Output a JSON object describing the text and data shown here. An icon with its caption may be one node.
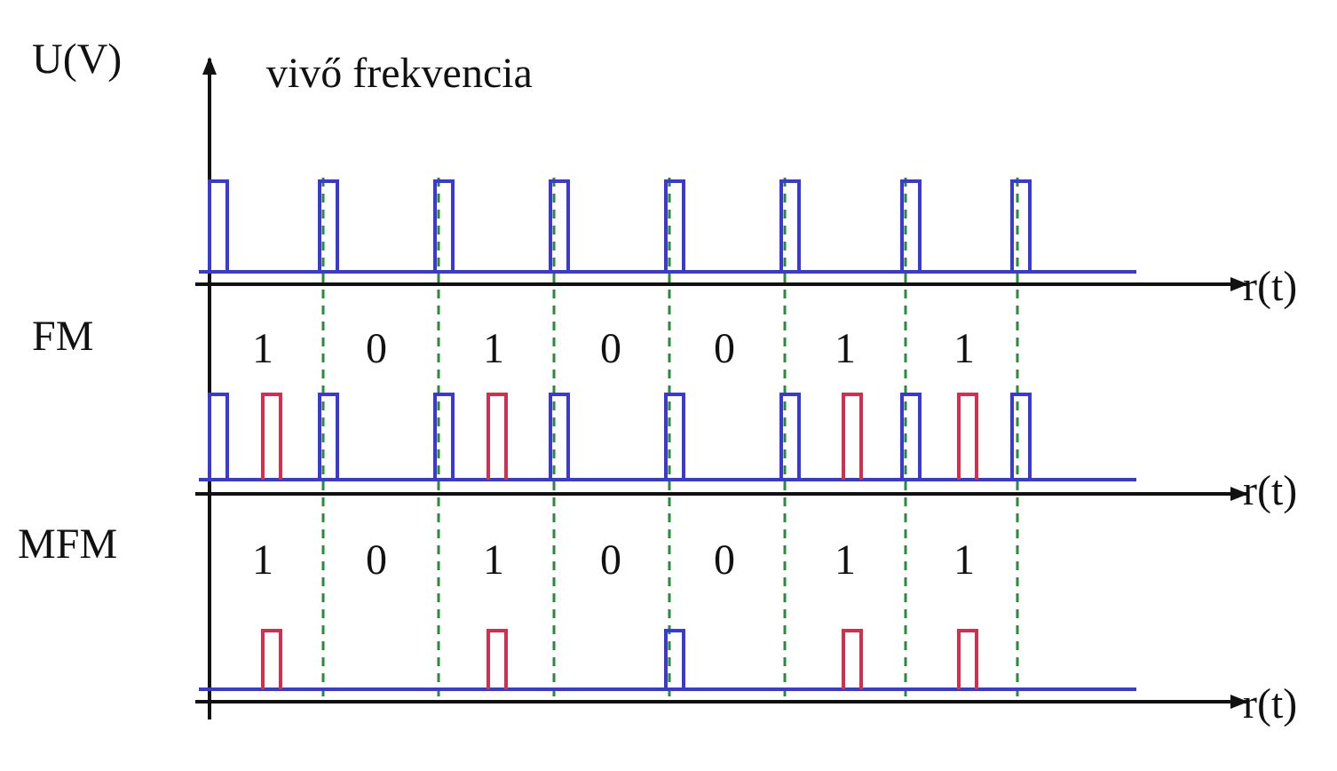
{
  "diagram": {
    "labels": [
      "U(V)",
      "vivő frekvencia",
      "r(t)",
      "FM",
      "1",
      "0",
      "1",
      "0",
      "0",
      "1",
      "1",
      "r(t)",
      "MFM",
      "1",
      "0",
      "1",
      "0",
      "0",
      "1",
      "1",
      "r(t)"
    ]
  }
}
